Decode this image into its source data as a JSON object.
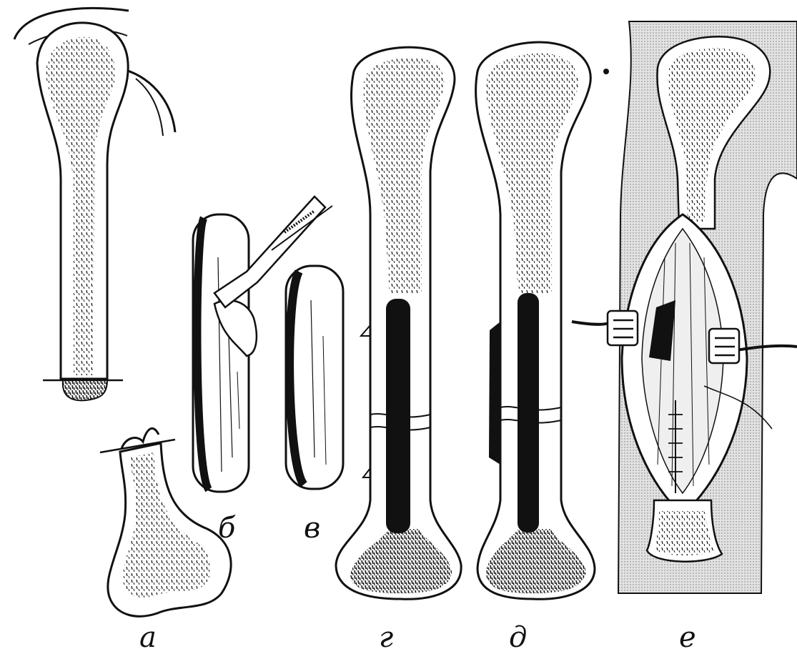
{
  "figure": {
    "labels": {
      "a": "а",
      "b": "б",
      "v": "в",
      "g": "г",
      "d": "д",
      "e": "е"
    },
    "colors": {
      "ink": "#111111",
      "paper": "#ffffff",
      "skin": "#d9d9d9"
    }
  }
}
